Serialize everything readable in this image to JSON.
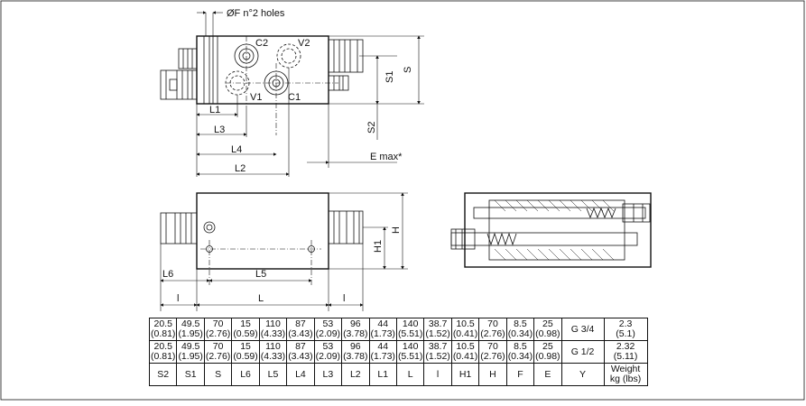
{
  "labels": {
    "holes": "ØF n°2 holes",
    "c2": "C2",
    "v2": "V2",
    "v1": "V1",
    "c1": "C1",
    "s": "S",
    "s1": "S1",
    "s2": "S2",
    "l1": "L1",
    "l3": "L3",
    "l4": "L4",
    "l2": "L2",
    "emax": "E max*",
    "h": "H",
    "h1": "H1",
    "l6": "L6",
    "l5": "L5",
    "l_left": "l",
    "l_center": "L",
    "l_right": "l"
  },
  "table": {
    "rows": [
      [
        [
          "20.5",
          "(0.81)"
        ],
        [
          "49.5",
          "(1.95)"
        ],
        [
          "70",
          "(2.76)"
        ],
        [
          "15",
          "(0.59)"
        ],
        [
          "110",
          "(4.33)"
        ],
        [
          "87",
          "(3.43)"
        ],
        [
          "53",
          "(2.09)"
        ],
        [
          "96",
          "(3.78)"
        ],
        [
          "44",
          "(1.73)"
        ],
        [
          "140",
          "(5.51)"
        ],
        [
          "38.7",
          "(1.52)"
        ],
        [
          "10.5",
          "(0.41)"
        ],
        [
          "70",
          "(2.76)"
        ],
        [
          "8.5",
          "(0.34)"
        ],
        [
          "25",
          "(0.98)"
        ],
        [
          "G 3/4"
        ],
        [
          "2.3",
          "(5.1)"
        ]
      ],
      [
        [
          "20.5",
          "(0.81)"
        ],
        [
          "49.5",
          "(1.95)"
        ],
        [
          "70",
          "(2.76)"
        ],
        [
          "15",
          "(0.59)"
        ],
        [
          "110",
          "(4.33)"
        ],
        [
          "87",
          "(3.43)"
        ],
        [
          "53",
          "(2.09)"
        ],
        [
          "96",
          "(3.78)"
        ],
        [
          "44",
          "(1.73)"
        ],
        [
          "140",
          "(5.51)"
        ],
        [
          "38.7",
          "(1.52)"
        ],
        [
          "10.5",
          "(0.41)"
        ],
        [
          "70",
          "(2.76)"
        ],
        [
          "8.5",
          "(0.34)"
        ],
        [
          "25",
          "(0.98)"
        ],
        [
          "G 1/2"
        ],
        [
          "2.32",
          "(5.11)"
        ]
      ]
    ],
    "header": [
      [
        "S2"
      ],
      [
        "S1"
      ],
      [
        "S"
      ],
      [
        "L6"
      ],
      [
        "L5"
      ],
      [
        "L4"
      ],
      [
        "L3"
      ],
      [
        "L2"
      ],
      [
        "L1"
      ],
      [
        "L"
      ],
      [
        "l"
      ],
      [
        "H1"
      ],
      [
        "H"
      ],
      [
        "F"
      ],
      [
        "E"
      ],
      [
        "Y"
      ],
      [
        "Weight",
        "kg (lbs)"
      ]
    ]
  }
}
